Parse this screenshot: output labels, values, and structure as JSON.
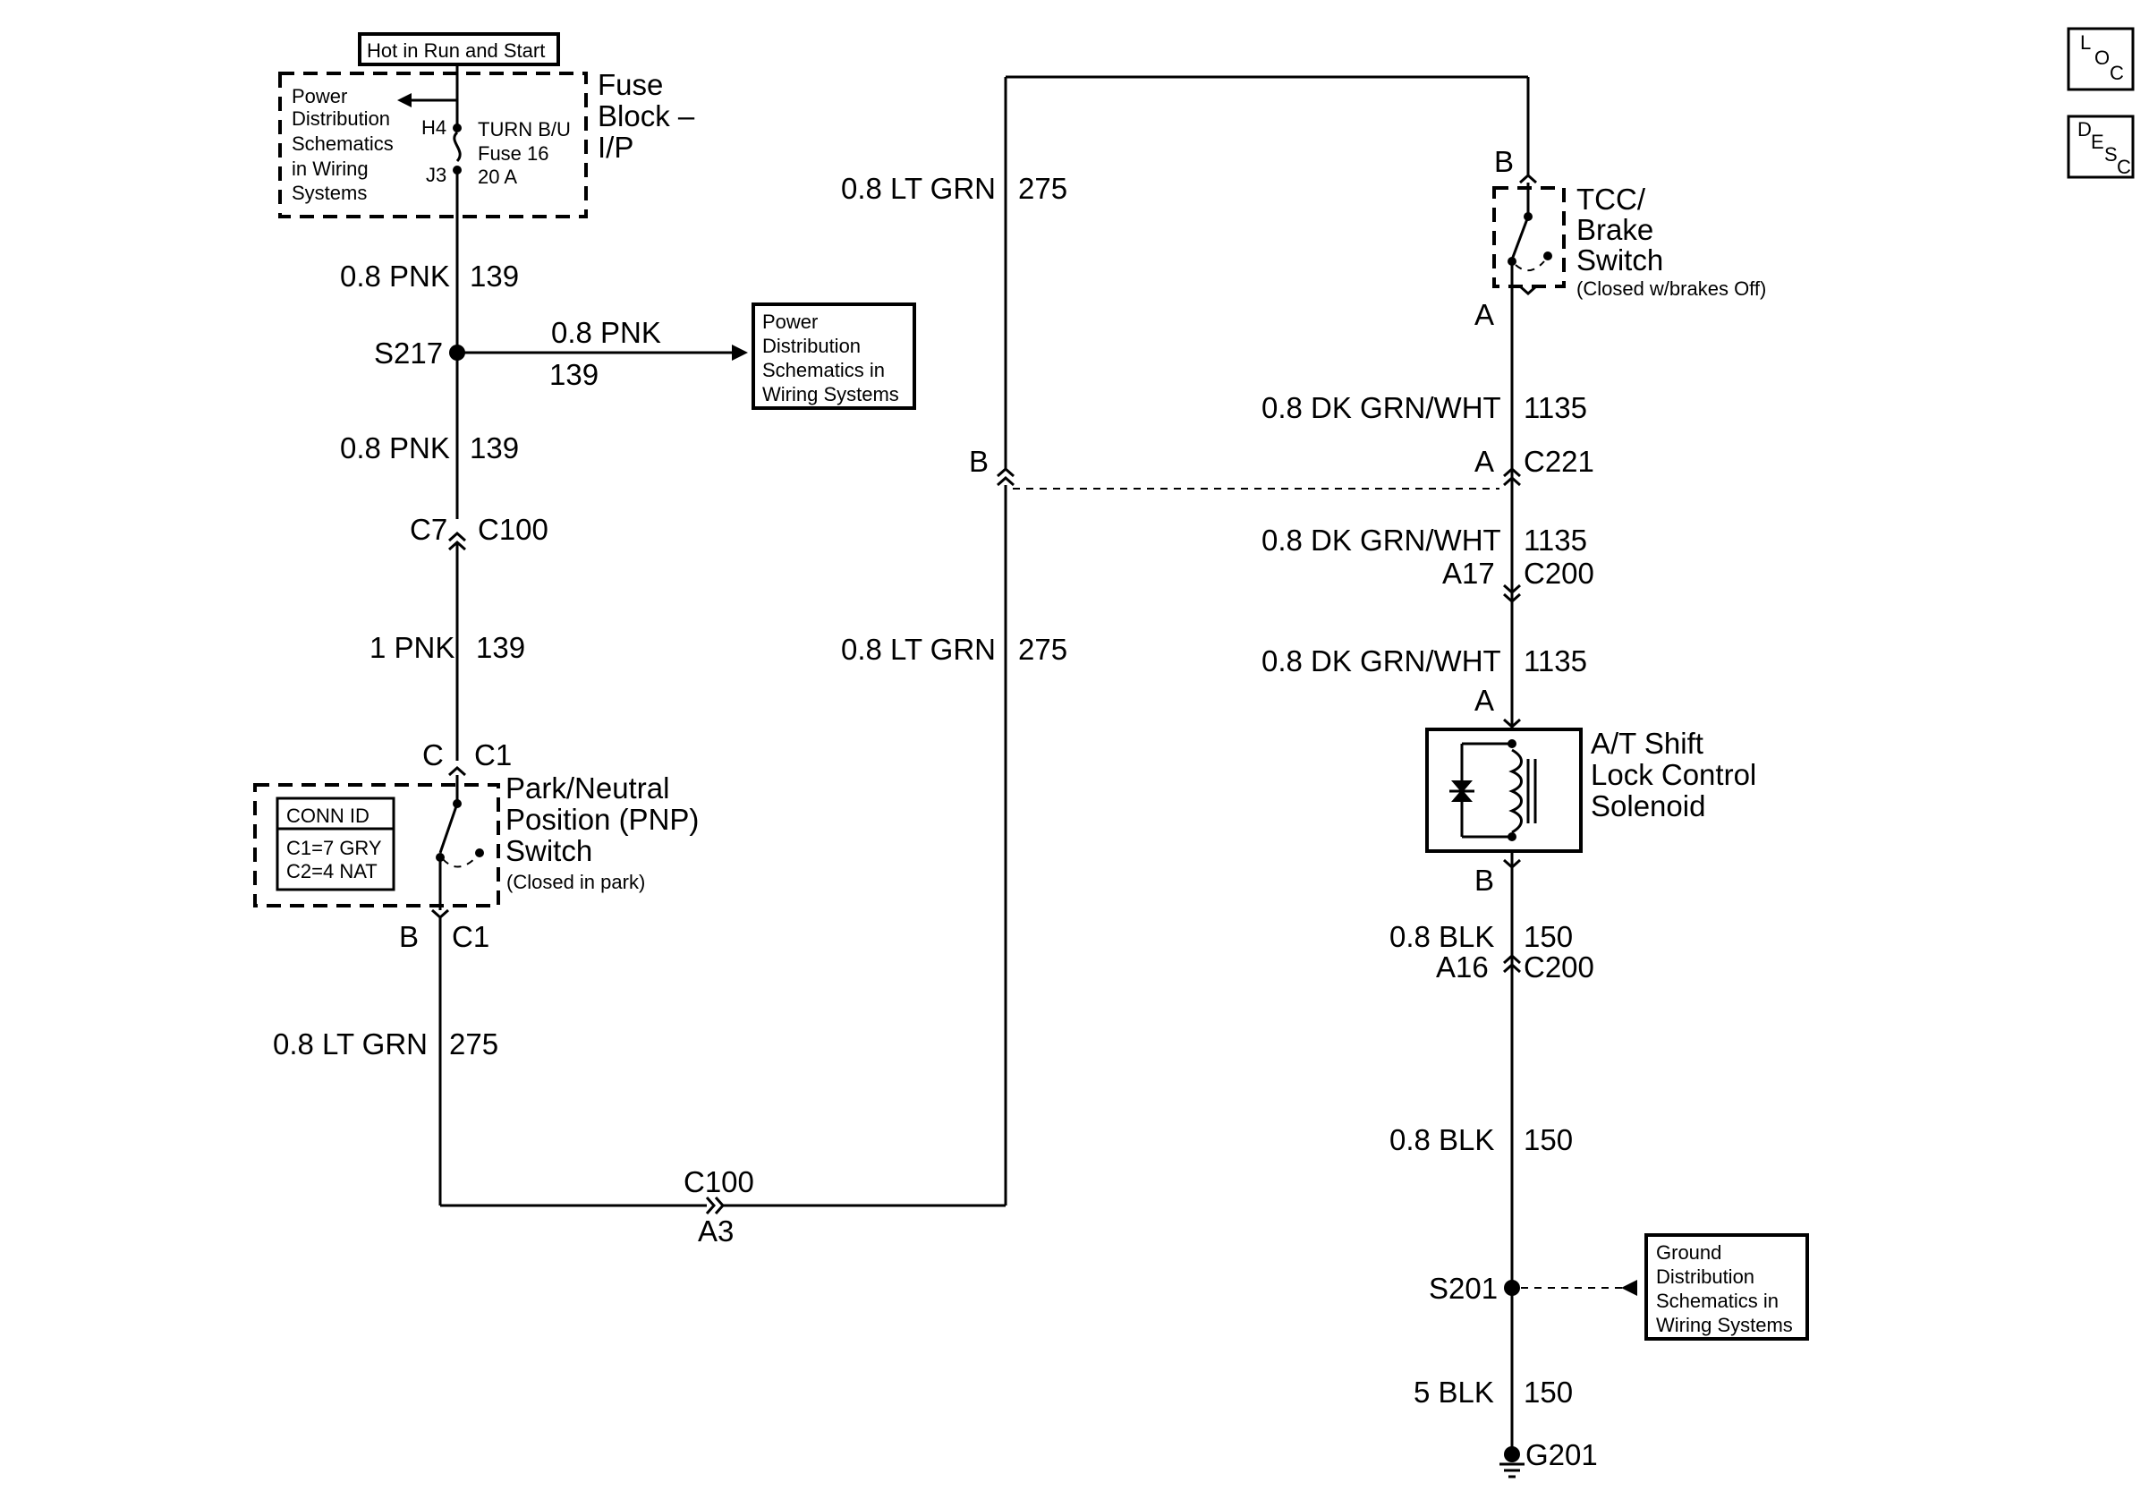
{
  "header": {
    "hot_in_run_start": "Hot in Run and Start"
  },
  "fuse_block": {
    "power_dist_lines": [
      "Power",
      "Distribution",
      "Schematics",
      "in Wiring",
      "Systems"
    ],
    "pin_in": "H4",
    "pin_out": "J3",
    "fuse_lines": [
      "TURN B/U",
      "Fuse 16",
      "20 A"
    ],
    "title_lines": [
      "Fuse",
      "Block –",
      "I/P"
    ]
  },
  "left_branch": {
    "w1_gauge": "0.8 PNK",
    "w1_circuit": "139",
    "splice": "S217",
    "branch_gauge": "0.8 PNK",
    "branch_circuit": "139",
    "power_dist_box_lines": [
      "Power",
      "Distribution",
      "Schematics in",
      "Wiring Systems"
    ],
    "w2_gauge": "0.8 PNK",
    "w2_circuit": "139",
    "conn1_pin": "C7",
    "conn1_name": "C100",
    "w3_gauge": "1 PNK",
    "w3_circuit": "139",
    "pnp_top_pin": "C",
    "pnp_top_conn": "C1",
    "pnp_bot_pin": "B",
    "pnp_bot_conn": "C1",
    "conn_id_title": "CONN ID",
    "conn_id_lines": [
      "C1=7 GRY",
      "C2=4 NAT"
    ],
    "pnp_title_lines": [
      "Park/Neutral",
      "Position (PNP)",
      "Switch"
    ],
    "pnp_note": "(Closed in park)",
    "w4_gauge": "0.8 LT GRN",
    "w4_circuit": "275",
    "bottom_conn_name": "C100",
    "bottom_conn_pin": "A3"
  },
  "middle_wire": {
    "upper_gauge": "0.8 LT GRN",
    "upper_circuit": "275",
    "lower_gauge": "0.8 LT GRN",
    "lower_circuit": "275",
    "pin_b": "B"
  },
  "right_branch": {
    "tcc_top_pin": "B",
    "tcc_bot_pin": "A",
    "tcc_title_lines": [
      "TCC/",
      "Brake",
      "Switch"
    ],
    "tcc_note": "(Closed w/brakes Off)",
    "w1_gauge": "0.8 DK GRN/WHT",
    "w1_circuit": "1135",
    "c221_pin": "A",
    "c221_name": "C221",
    "w2_gauge": "0.8 DK GRN/WHT",
    "w2_circuit": "1135",
    "c200_pin": "A17",
    "c200_name": "C200",
    "w3_gauge": "0.8 DK GRN/WHT",
    "w3_circuit": "1135",
    "sol_top_pin": "A",
    "sol_bot_pin": "B",
    "solenoid_lines": [
      "A/T Shift",
      "Lock Control",
      "Solenoid"
    ],
    "w4_gauge": "0.8 BLK",
    "w4_circuit": "150",
    "c200b_pin": "A16",
    "c200b_name": "C200",
    "w5_gauge": "0.8 BLK",
    "w5_circuit": "150",
    "splice": "S201",
    "ground_box_lines": [
      "Ground",
      "Distribution",
      "Schematics in",
      "Wiring Systems"
    ],
    "w6_gauge": "5 BLK",
    "w6_circuit": "150",
    "ground": "G201"
  },
  "corner_icons": {
    "loc": [
      "L",
      "O",
      "C"
    ],
    "desc": [
      "D",
      "E",
      "S",
      "C"
    ]
  }
}
